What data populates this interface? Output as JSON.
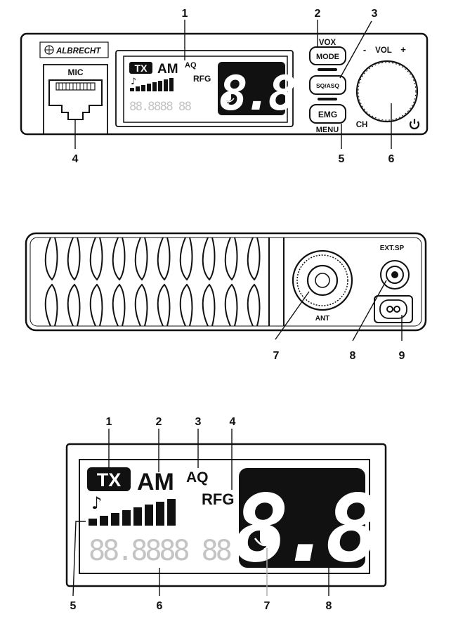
{
  "front": {
    "brand": "ALBRECHT",
    "mic": "MIC",
    "lcd": {
      "tx": "TX",
      "am": "AM",
      "aq": "AQ",
      "rfg": "RFG",
      "big": "8.8",
      "dots": "88.8888 88"
    },
    "buttons": {
      "vox": "VOX",
      "mode": "MODE",
      "sq": "SQ/ASQ",
      "emg": "EMG",
      "menu": "MENU"
    },
    "vol_minus": "-",
    "vol": "VOL",
    "vol_plus": "+",
    "ch": "CH",
    "callouts": {
      "c1": "1",
      "c2": "2",
      "c3": "3",
      "c4": "4",
      "c5": "5",
      "c6": "6"
    }
  },
  "rear": {
    "ant": "ANT",
    "ext_sp": "EXT.SP",
    "callouts": {
      "c7": "7",
      "c8": "8",
      "c9": "9"
    }
  },
  "display": {
    "tx": "TX",
    "am": "AM",
    "aq": "AQ",
    "rfg": "RFG",
    "big": "8.8",
    "dots": "88.8888 88",
    "callouts": {
      "c1": "1",
      "c2": "2",
      "c3": "3",
      "c4": "4",
      "c5": "5",
      "c6": "6",
      "c7": "7",
      "c8": "8"
    }
  },
  "icons": [
    "globe-icon",
    "music-note-icon",
    "signal-bars-icon",
    "microphone-icon",
    "power-icon",
    "rj45-jack-icon"
  ]
}
